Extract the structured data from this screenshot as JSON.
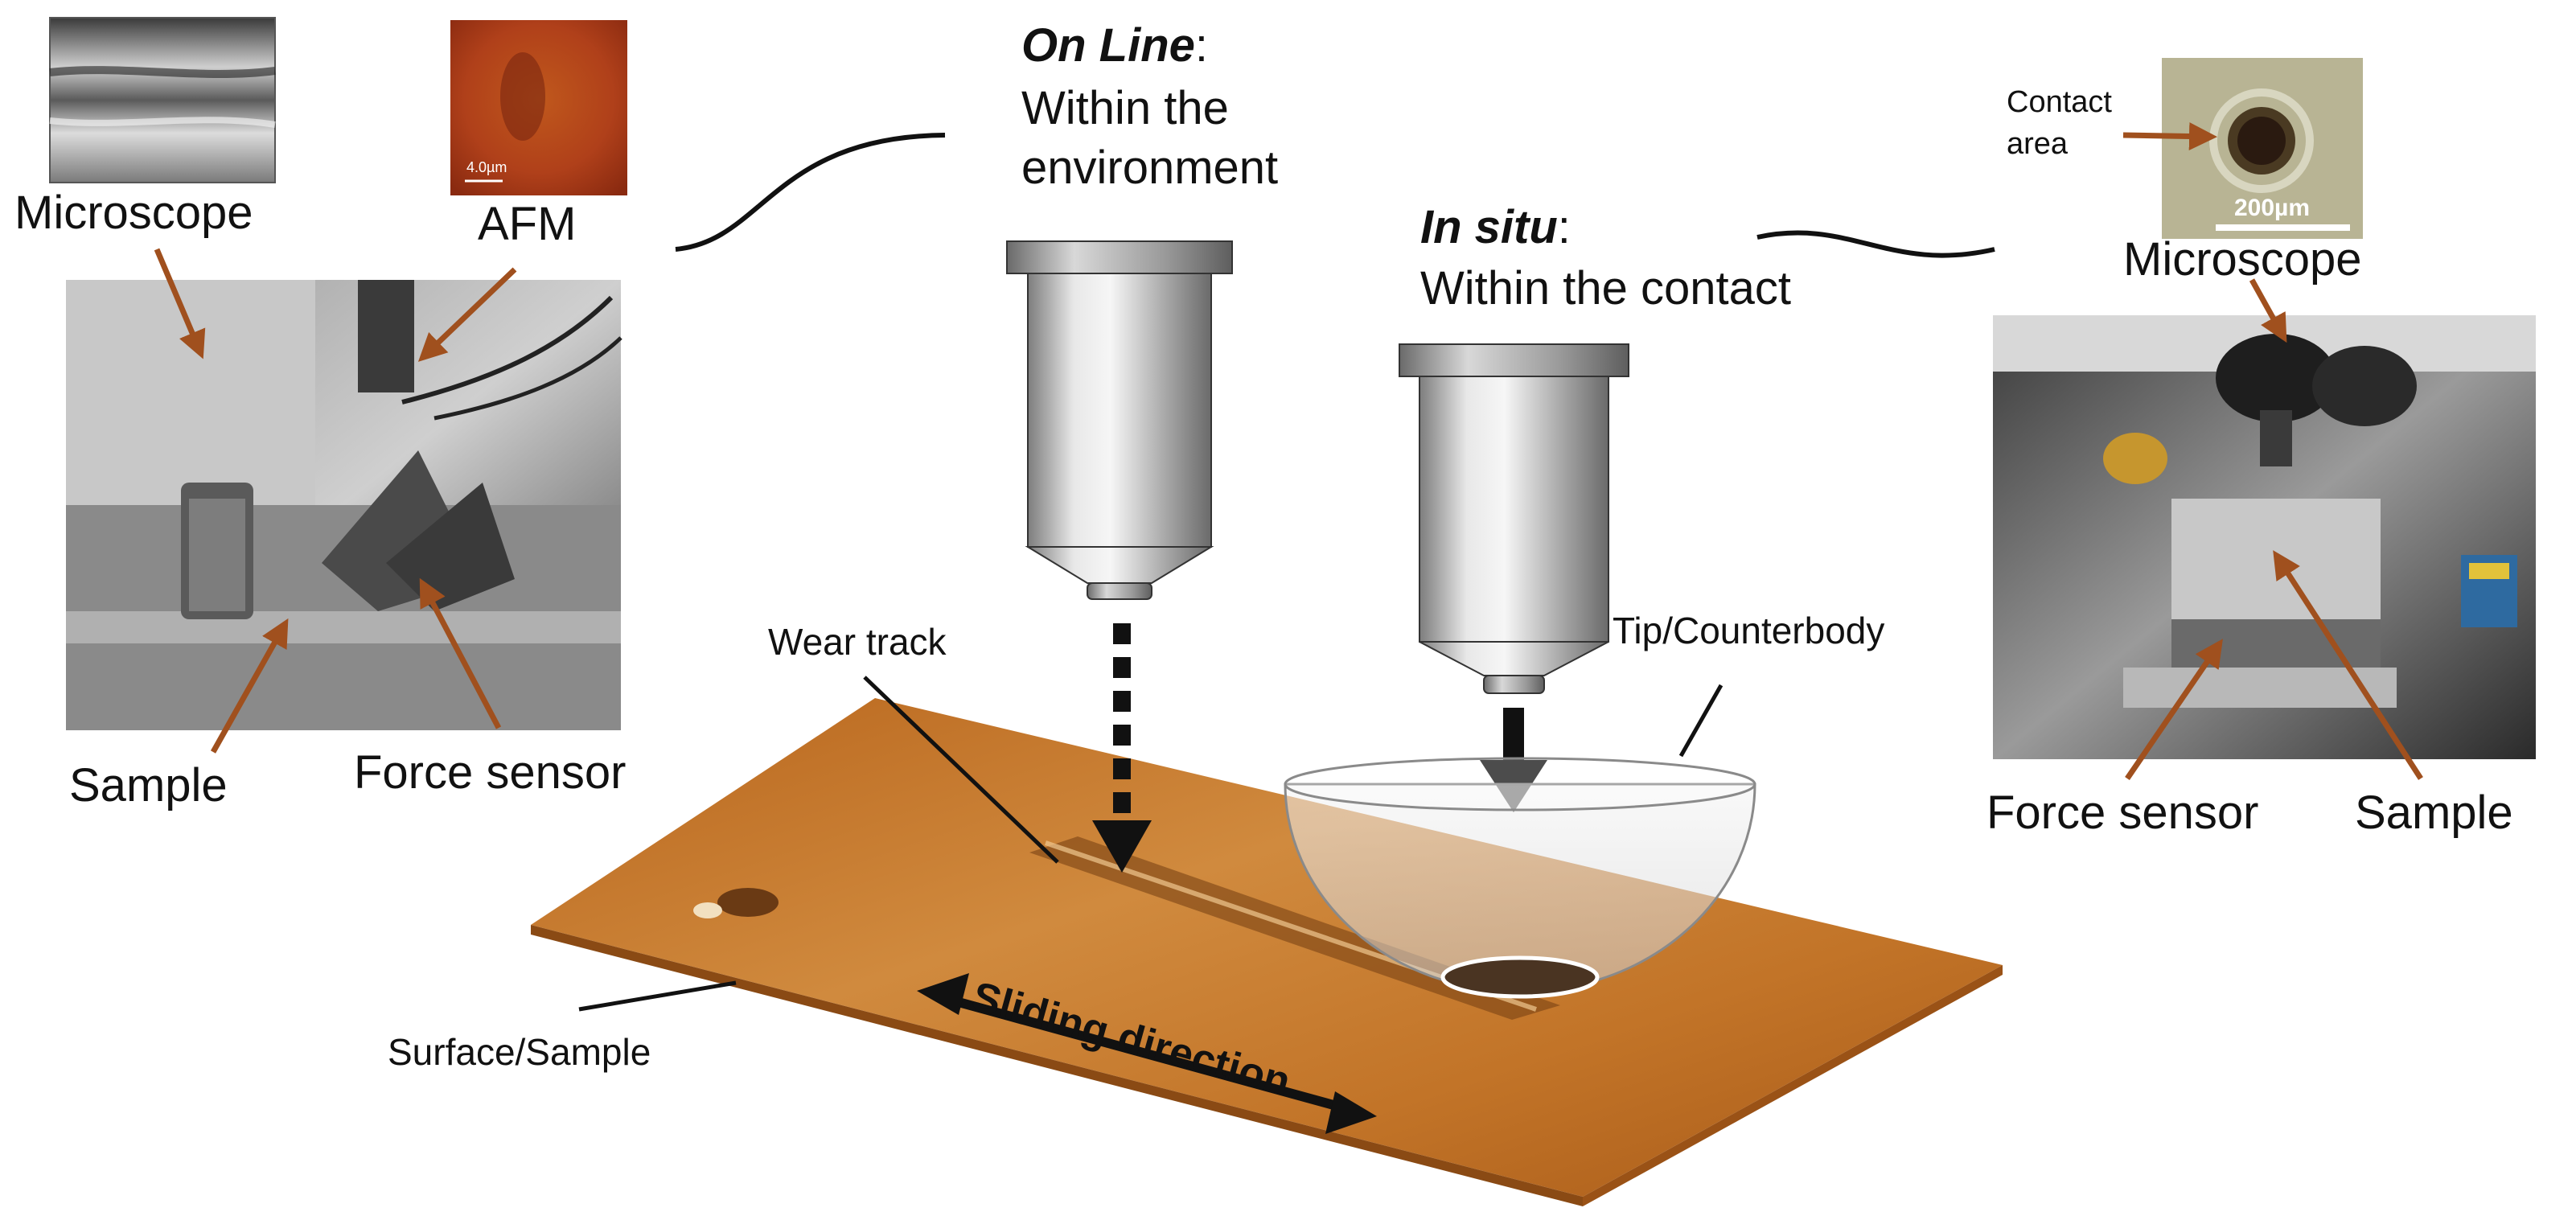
{
  "colors": {
    "arrow_brown": "#a0501e",
    "surface_orange": "#c8782a",
    "tip_grey": "#b5b5b5"
  },
  "left_setup": {
    "microscope_label": "Microscope",
    "afm_label": "AFM",
    "sample_label": "Sample",
    "force_sensor_label": "Force sensor",
    "afm_scale_text": "4.0µm"
  },
  "on_line": {
    "title": "On Line",
    "title_suffix": ":",
    "line1": "Within the",
    "line2": "environment"
  },
  "in_situ": {
    "title": "In situ",
    "title_suffix": ":",
    "line1": "Within the contact"
  },
  "right_setup": {
    "contact_area_line1": "Contact",
    "contact_area_line2": "area",
    "scale_bar_text": "200µm",
    "microscope_label": "Microscope",
    "force_sensor_label": "Force sensor",
    "sample_label": "Sample"
  },
  "center": {
    "wear_track_label": "Wear track",
    "tip_label": "Tip/Counterbody",
    "surface_label": "Surface/Sample",
    "sliding_label": "Sliding direction"
  }
}
